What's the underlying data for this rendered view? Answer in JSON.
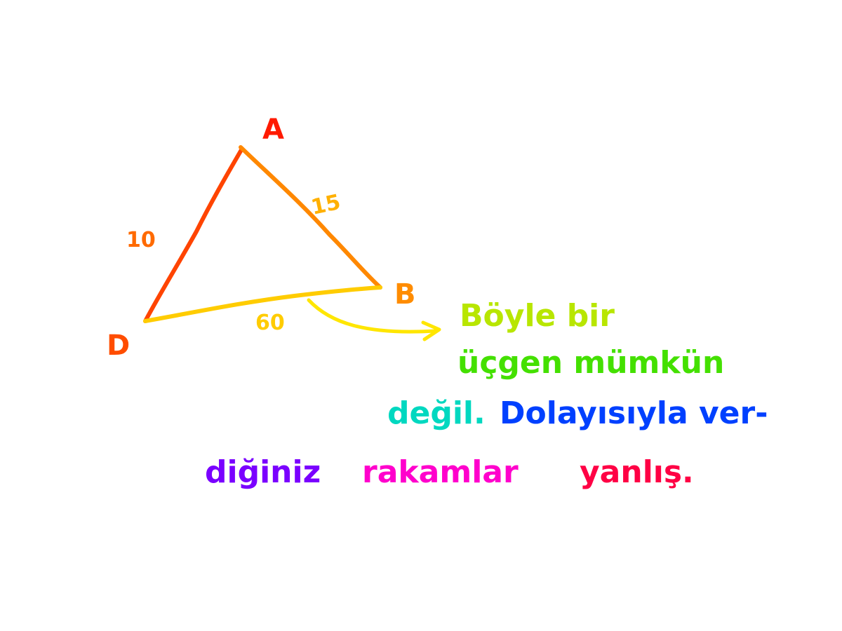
{
  "diagram": {
    "vertices": {
      "A": {
        "label": "A",
        "color": "#ff1a00"
      },
      "B": {
        "label": "B",
        "color": "#ff8c00"
      },
      "D": {
        "label": "D",
        "color": "#ff4d00"
      }
    },
    "sides": {
      "AD": {
        "label": "10",
        "color": "#ff6a00"
      },
      "AB": {
        "label": "15",
        "color": "#ffb000"
      },
      "DB": {
        "label": "60",
        "color": "#ffcc00"
      }
    },
    "edge_colors": {
      "AD": "#ff4400",
      "AB": "#ff8800",
      "DB": "#ffcc00"
    },
    "arrow_color": "#ffe600",
    "note": {
      "line1": "Böyle bir",
      "line2": "üçgen mümkün",
      "line3_part1": "değil.",
      "line3_part2": "Dolayısıyla ver-",
      "line4_part1": "diğiniz",
      "line4_part2": "rakamlar",
      "line4_part3": "yanlış.",
      "colors": {
        "line1": "#b8e600",
        "line2": "#44e000",
        "line3_part1": "#00d8c0",
        "line3_part2": "#0040ff",
        "line4_part1": "#7a00ff",
        "line4_part2": "#ff00cc",
        "line4_part3": "#ff0044"
      }
    }
  }
}
